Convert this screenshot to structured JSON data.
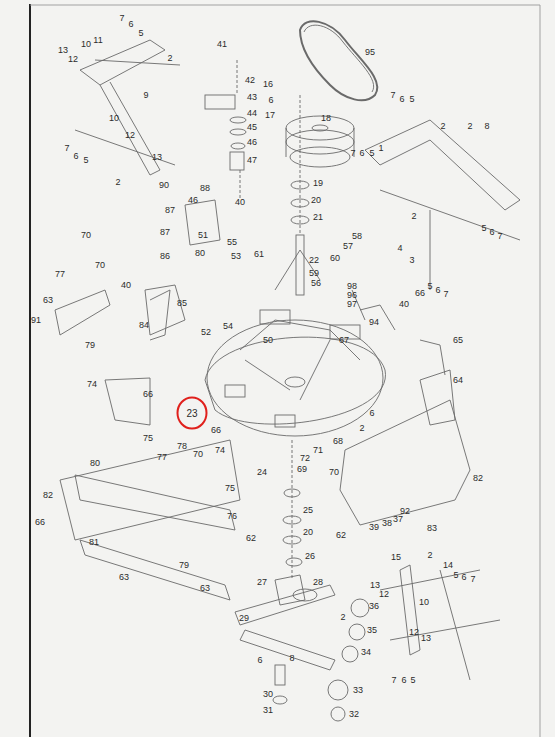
{
  "diagram": {
    "nodes": [
      {
        "text": [
          "23"
        ]
      }
    ],
    "labels": [
      "7",
      "6",
      "5",
      "13",
      "12",
      "11",
      "10",
      "9",
      "2",
      "10",
      "12",
      "13",
      "7",
      "6",
      "5",
      "2",
      "41",
      "42",
      "43",
      "44",
      "45",
      "46",
      "47",
      "16",
      "6",
      "17",
      "18",
      "95",
      "19",
      "20",
      "21",
      "22",
      "90",
      "88",
      "46",
      "87",
      "87",
      "86",
      "40",
      "51",
      "80",
      "55",
      "53",
      "61",
      "57",
      "58",
      "60",
      "59",
      "7",
      "6",
      "5",
      "2",
      "2",
      "8",
      "1",
      "7",
      "6",
      "5",
      "2",
      "5",
      "6",
      "7",
      "4",
      "3",
      "5",
      "6",
      "7",
      "70",
      "70",
      "77",
      "40",
      "63",
      "91",
      "79",
      "85",
      "84",
      "52",
      "50",
      "54",
      "56",
      "98",
      "96",
      "97",
      "40",
      "94",
      "67",
      "66",
      "65",
      "64",
      "74",
      "66",
      "6",
      "66",
      "74",
      "75",
      "68",
      "2",
      "71",
      "72",
      "69",
      "24",
      "70",
      "80",
      "77",
      "78",
      "70",
      "75",
      "82",
      "76",
      "62",
      "62",
      "82",
      "92",
      "37",
      "38",
      "39",
      "83",
      "66",
      "81",
      "63",
      "79",
      "63",
      "25",
      "20",
      "26",
      "27",
      "28",
      "29",
      "15",
      "2",
      "14",
      "5",
      "6",
      "7",
      "13",
      "12",
      "10",
      "12",
      "13",
      "7",
      "6",
      "5",
      "2",
      "36",
      "35",
      "34",
      "33",
      "32",
      "6",
      "8",
      "30",
      "31"
    ]
  }
}
